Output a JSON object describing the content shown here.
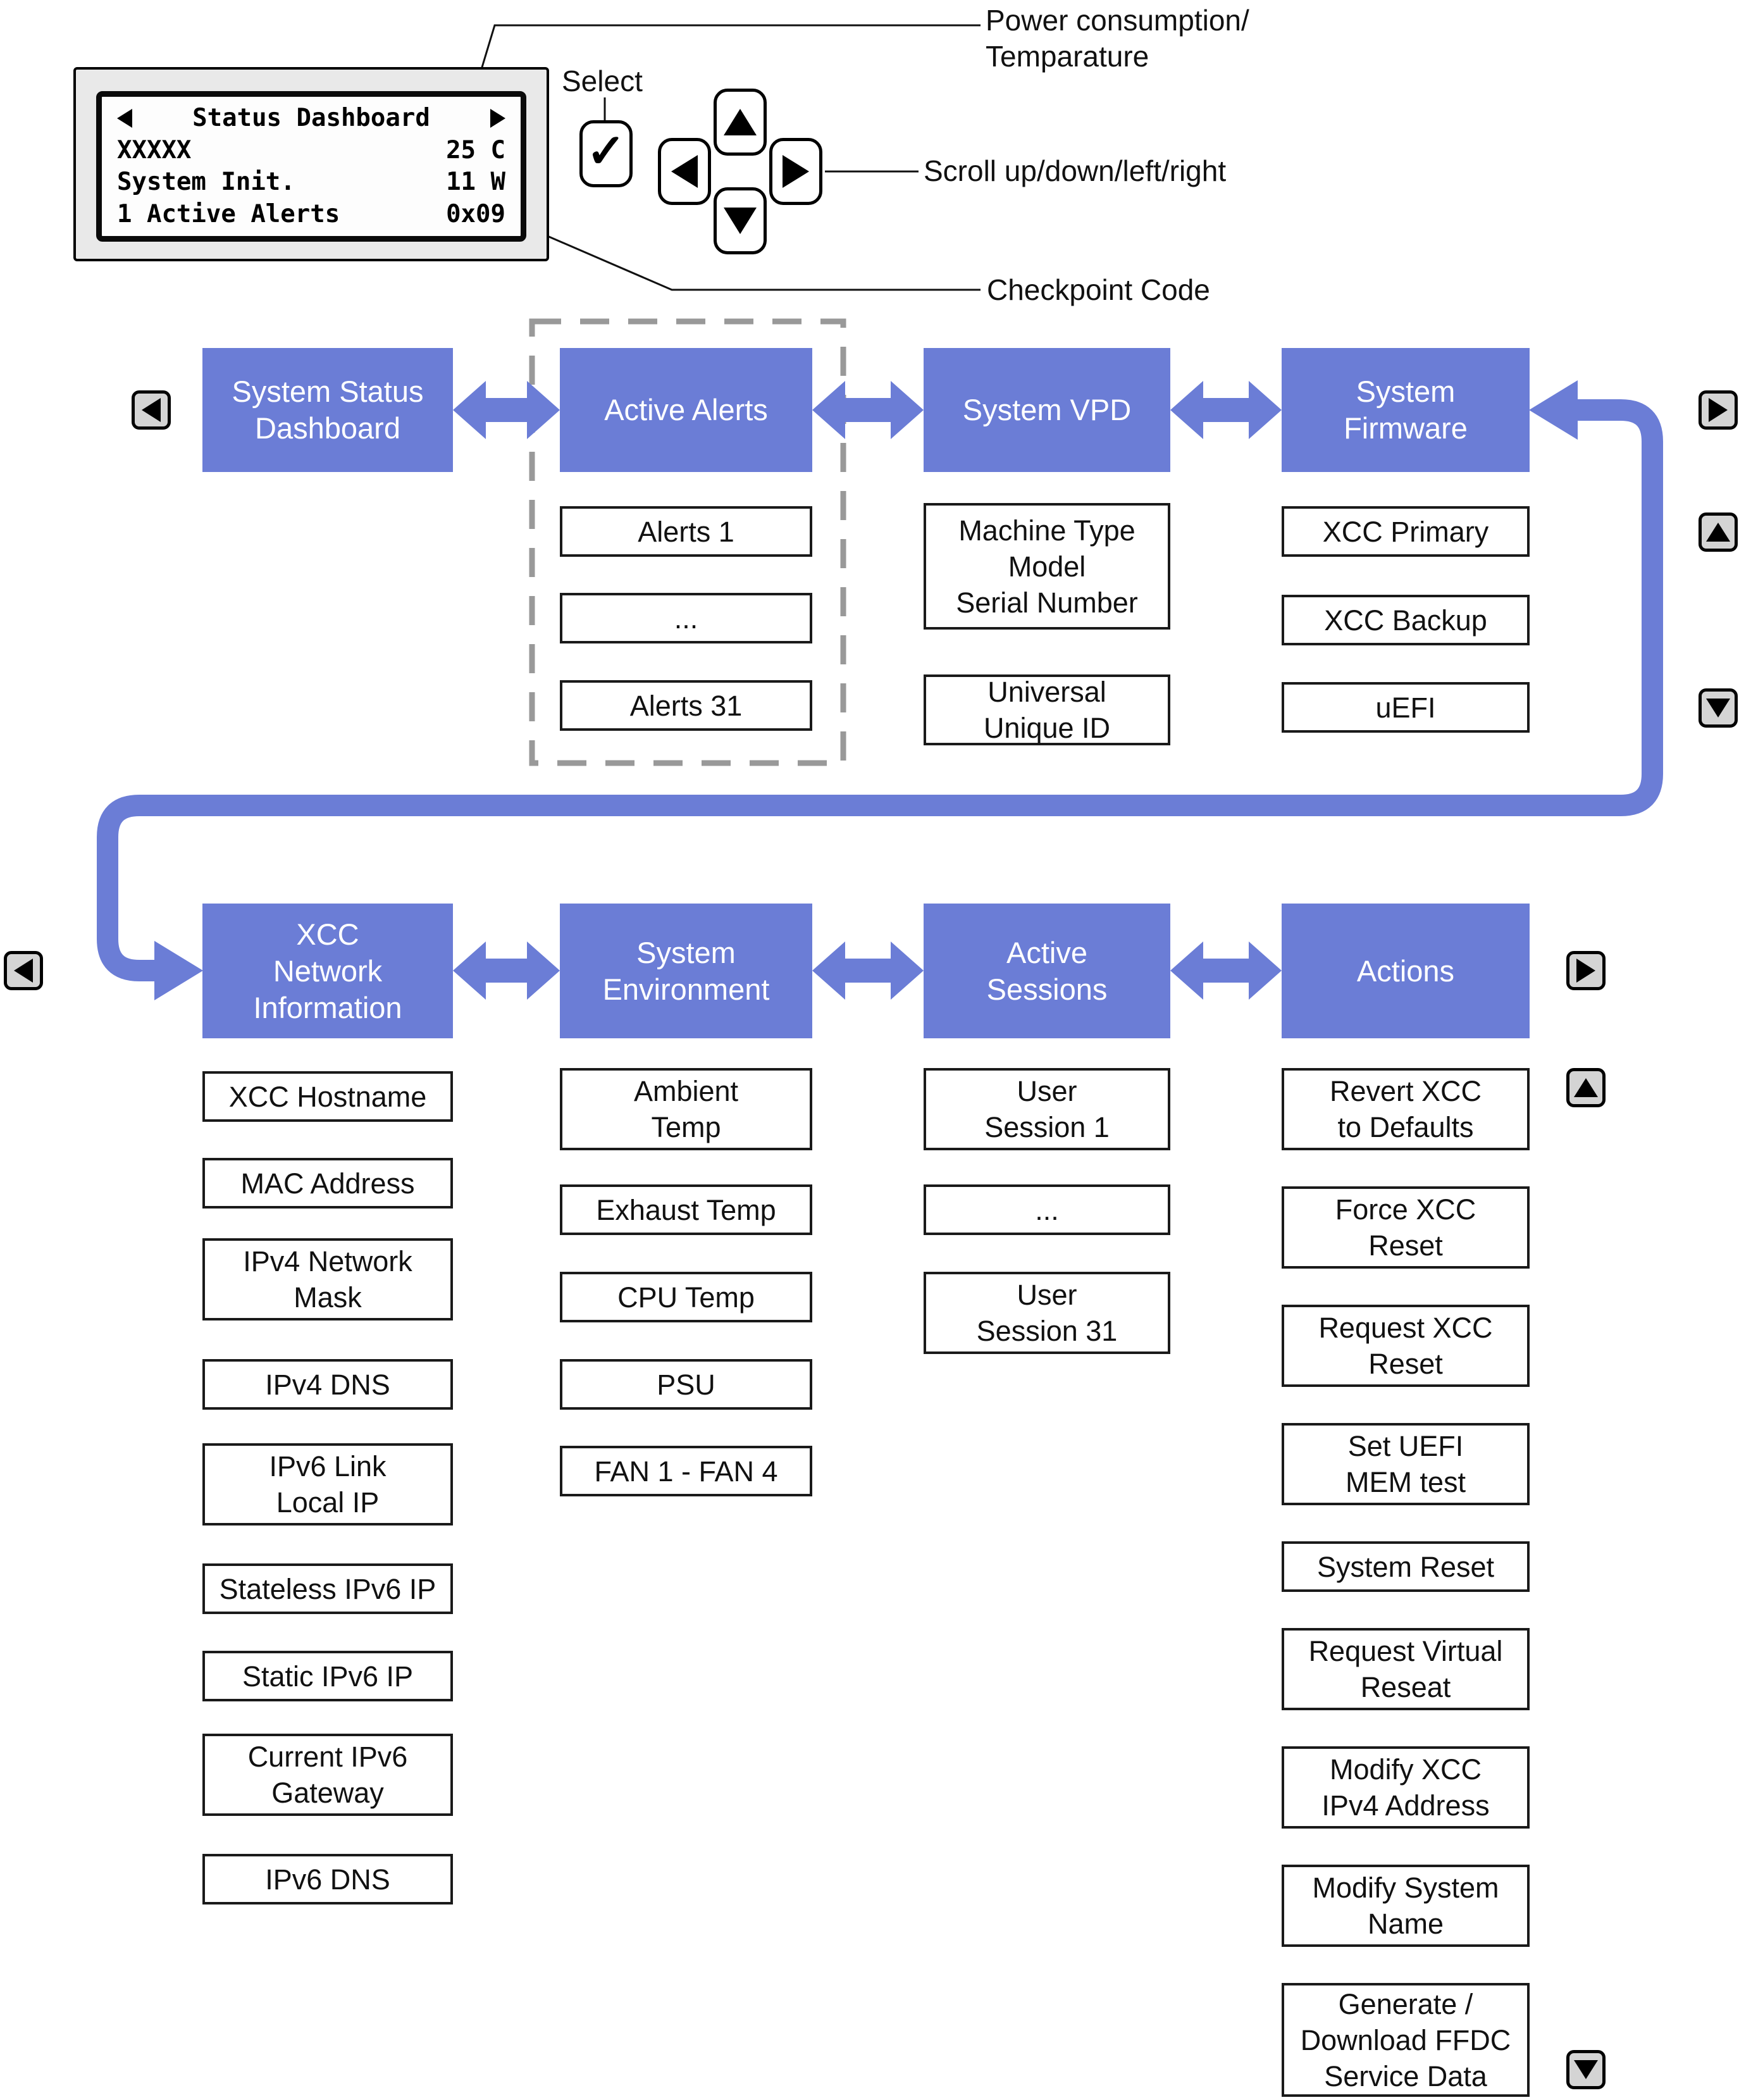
{
  "colors": {
    "accent_blue": "#6B7DD6",
    "button_gray": "#d4d4d4",
    "dashed_gray": "#999999"
  },
  "annotations": {
    "power_line1": "Power consumption/",
    "power_line2": "Temparature",
    "select": "Select",
    "scroll": "Scroll up/down/left/right",
    "checkpoint": "Checkpoint Code"
  },
  "lcd": {
    "title": "Status Dashboard",
    "rows": [
      {
        "left": "XXXXX",
        "right": "25 C"
      },
      {
        "left": "System Init.",
        "right": "11 W"
      },
      {
        "left": "1 Active Alerts",
        "right": "0x09"
      }
    ]
  },
  "menu_row1": [
    {
      "label": "System Status\nDashboard",
      "items": []
    },
    {
      "label": "Active Alerts",
      "items": [
        "Alerts 1",
        "...",
        "Alerts 31"
      ]
    },
    {
      "label": "System VPD",
      "items": [
        "Machine Type\nModel\nSerial Number",
        "Universal\nUnique ID"
      ]
    },
    {
      "label": "System\nFirmware",
      "items": [
        "XCC Primary",
        "XCC Backup",
        "uEFI"
      ]
    }
  ],
  "menu_row2": [
    {
      "label": "XCC\nNetwork\nInformation",
      "items": [
        "XCC Hostname",
        "MAC Address",
        "IPv4 Network\nMask",
        "IPv4 DNS",
        "IPv6 Link\nLocal IP",
        "Stateless IPv6 IP",
        "Static IPv6 IP",
        "Current IPv6\nGateway",
        "IPv6 DNS"
      ]
    },
    {
      "label": "System\nEnvironment",
      "items": [
        "Ambient\nTemp",
        "Exhaust Temp",
        "CPU Temp",
        "PSU",
        "FAN 1 - FAN 4"
      ]
    },
    {
      "label": "Active\nSessions",
      "items": [
        "User\nSession 1",
        "...",
        "User\nSession 31"
      ]
    },
    {
      "label": "Actions",
      "items": [
        "Revert XCC\nto Defaults",
        "Force XCC\nReset",
        "Request XCC\nReset",
        "Set UEFI\nMEM test",
        "System Reset",
        "Request Virtual\nReseat",
        "Modify XCC\nIPv4 Address",
        "Modify System\nName",
        "Generate /\nDownload FFDC\nService Data"
      ]
    }
  ]
}
